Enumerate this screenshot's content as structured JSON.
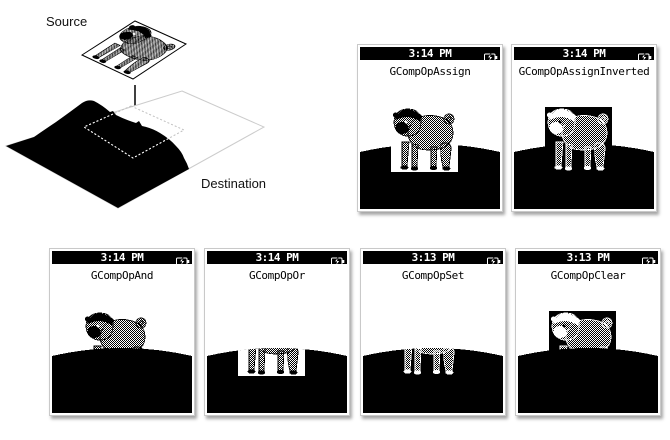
{
  "figure": {
    "source_label": "Source",
    "destination_label": "Destination"
  },
  "screens": [
    {
      "time": "3:14 PM",
      "label": "GCompOpAssign",
      "composite": "assign"
    },
    {
      "time": "3:14 PM",
      "label": "GCompOpAssignInverted",
      "composite": "assign-inverted"
    },
    {
      "time": "3:14 PM",
      "label": "GCompOpAnd",
      "composite": "and"
    },
    {
      "time": "3:14 PM",
      "label": "GCompOpOr",
      "composite": "or"
    },
    {
      "time": "3:13 PM",
      "label": "GCompOpSet",
      "composite": "set"
    },
    {
      "time": "3:13 PM",
      "label": "GCompOpClear",
      "composite": "clear"
    }
  ],
  "status_bar": {
    "battery_icon": "battery-charging-icon"
  },
  "colors": {
    "ink": "#000000",
    "paper": "#ffffff",
    "frame_border": "#c9c9c9",
    "plane_edge": "#cccccc",
    "dash_on_white": "#bfbfbf",
    "dash_on_black": "#ffffff"
  }
}
